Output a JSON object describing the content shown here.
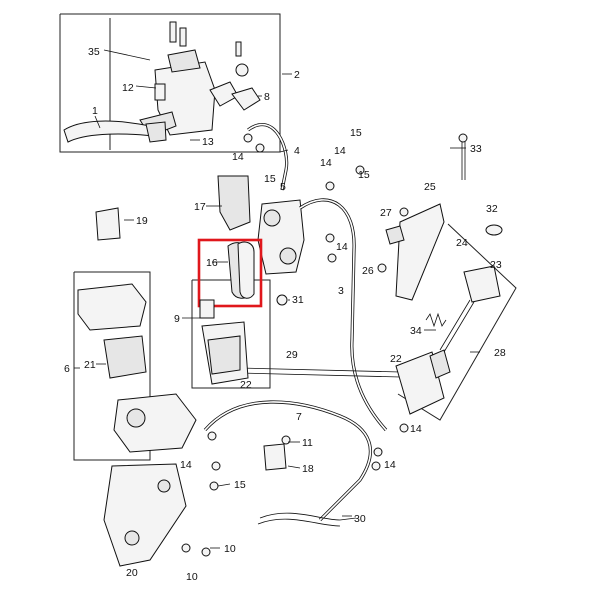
{
  "highlight_color": "#e0171c",
  "callouts": [
    {
      "id": "c35",
      "text": "35"
    },
    {
      "id": "c2",
      "text": "2"
    },
    {
      "id": "c12",
      "text": "12"
    },
    {
      "id": "c8",
      "text": "8"
    },
    {
      "id": "c1",
      "text": "1"
    },
    {
      "id": "c13",
      "text": "13"
    },
    {
      "id": "c4",
      "text": "4"
    },
    {
      "id": "c14a",
      "text": "14"
    },
    {
      "id": "c15a",
      "text": "15"
    },
    {
      "id": "c5",
      "text": "5"
    },
    {
      "id": "c15b",
      "text": "15"
    },
    {
      "id": "c14b",
      "text": "14"
    },
    {
      "id": "c14c",
      "text": "14"
    },
    {
      "id": "c15c",
      "text": "15"
    },
    {
      "id": "c33",
      "text": "33"
    },
    {
      "id": "c19",
      "text": "19"
    },
    {
      "id": "c17",
      "text": "17"
    },
    {
      "id": "c25",
      "text": "25"
    },
    {
      "id": "c27",
      "text": "27"
    },
    {
      "id": "c32",
      "text": "32"
    },
    {
      "id": "c16",
      "text": "16"
    },
    {
      "id": "c14d",
      "text": "14"
    },
    {
      "id": "c24",
      "text": "24"
    },
    {
      "id": "c23",
      "text": "23"
    },
    {
      "id": "c26",
      "text": "26"
    },
    {
      "id": "c3",
      "text": "3"
    },
    {
      "id": "c31",
      "text": "31"
    },
    {
      "id": "c9",
      "text": "9"
    },
    {
      "id": "c34",
      "text": "34"
    },
    {
      "id": "c6",
      "text": "6"
    },
    {
      "id": "c21",
      "text": "21"
    },
    {
      "id": "c29",
      "text": "29"
    },
    {
      "id": "c22a",
      "text": "22"
    },
    {
      "id": "c22b",
      "text": "22"
    },
    {
      "id": "c28",
      "text": "28"
    },
    {
      "id": "c7",
      "text": "7"
    },
    {
      "id": "c14e",
      "text": "14"
    },
    {
      "id": "c14f",
      "text": "14"
    },
    {
      "id": "c14g",
      "text": "14"
    },
    {
      "id": "c11",
      "text": "11"
    },
    {
      "id": "c18",
      "text": "18"
    },
    {
      "id": "c15d",
      "text": "15"
    },
    {
      "id": "c30",
      "text": "30"
    },
    {
      "id": "c10a",
      "text": "10"
    },
    {
      "id": "c20",
      "text": "20"
    },
    {
      "id": "c10b",
      "text": "10"
    }
  ]
}
